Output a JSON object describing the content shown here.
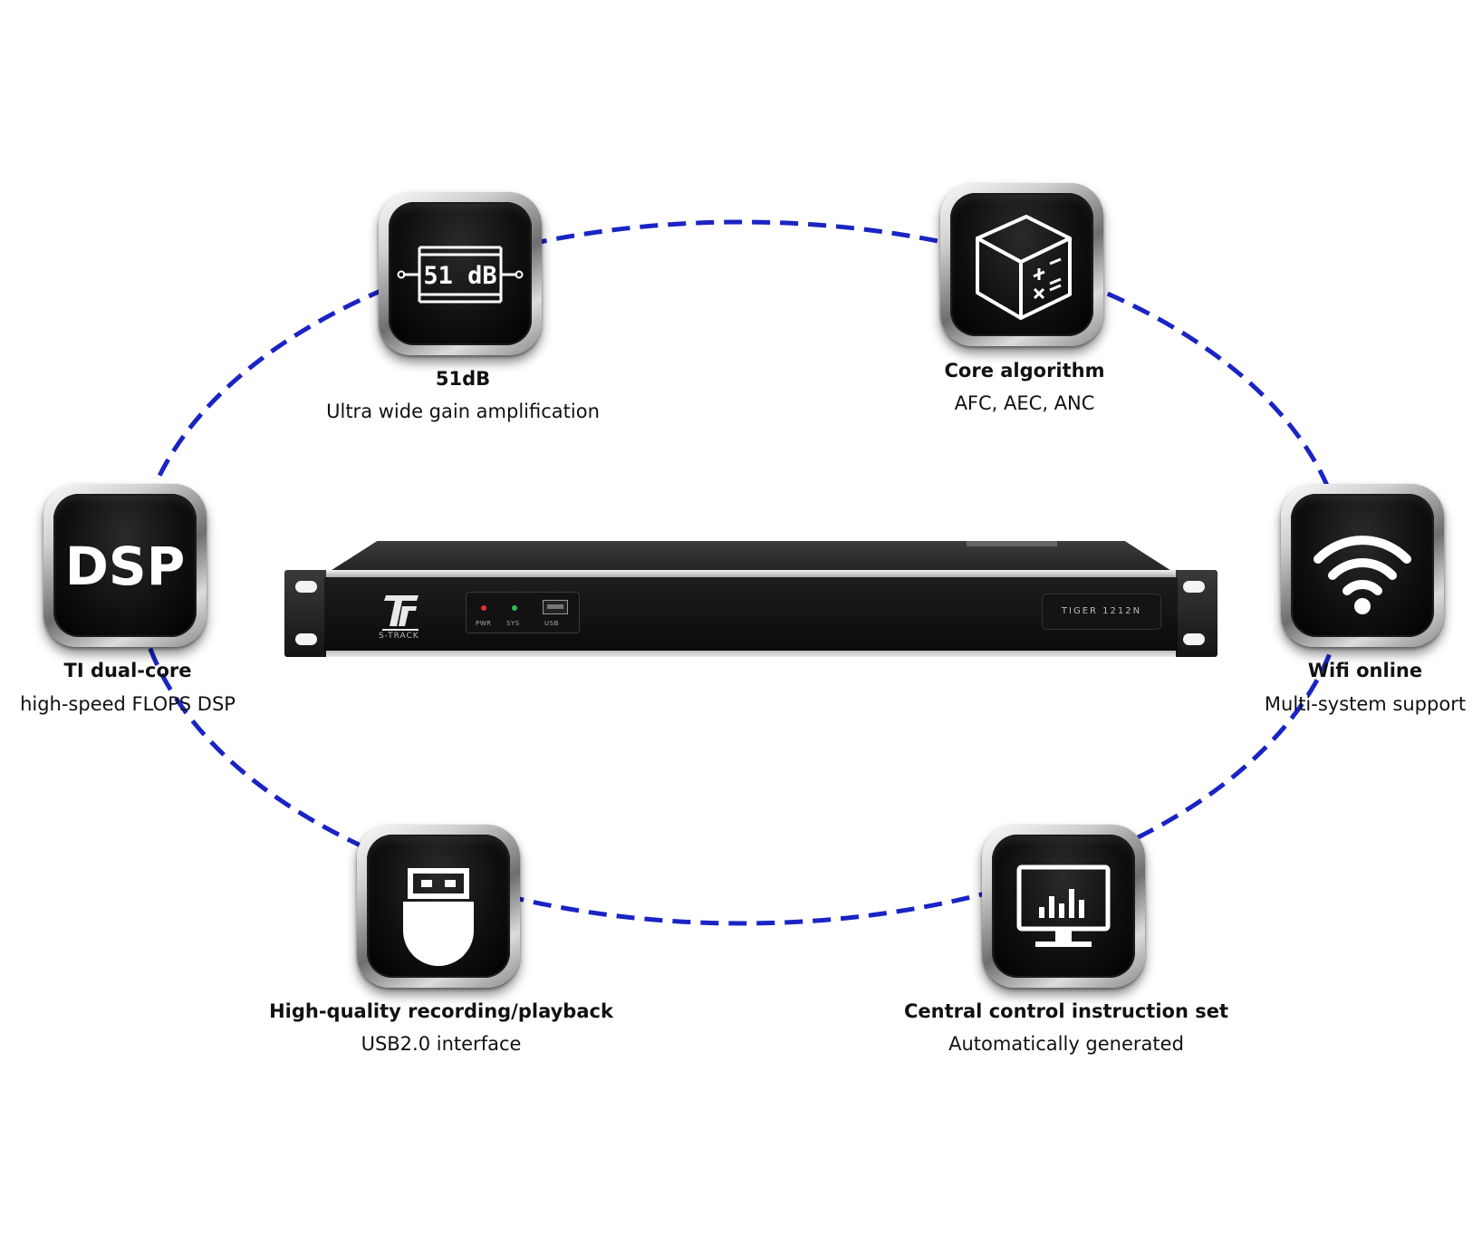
{
  "diagram": {
    "accent_color": "#1a24c4",
    "device": {
      "brand": "S-TRACK",
      "model": "TIGER 1212N",
      "led_labels": [
        "PWR",
        "SYS",
        "USB"
      ]
    },
    "features": [
      {
        "id": "gain",
        "icon": "gain-block-icon",
        "icon_text": "51 dB",
        "title": "51dB",
        "subtitle": "Ultra wide gain amplification"
      },
      {
        "id": "algorithm",
        "icon": "math-cube-icon",
        "title": "Core algorithm",
        "subtitle": "AFC, AEC, ANC"
      },
      {
        "id": "dsp",
        "icon": "dsp-icon",
        "icon_text": "DSP",
        "title": "TI dual-core",
        "subtitle": "high-speed FLOPS DSP"
      },
      {
        "id": "wifi",
        "icon": "wifi-icon",
        "title": "Wifi online",
        "subtitle": "Multi-system support"
      },
      {
        "id": "usb",
        "icon": "usb-drive-icon",
        "title": "High-quality recording/playback",
        "subtitle": "USB2.0 interface"
      },
      {
        "id": "control",
        "icon": "monitor-chart-icon",
        "title": "Central control instruction set",
        "subtitle": "Automatically generated"
      }
    ]
  }
}
